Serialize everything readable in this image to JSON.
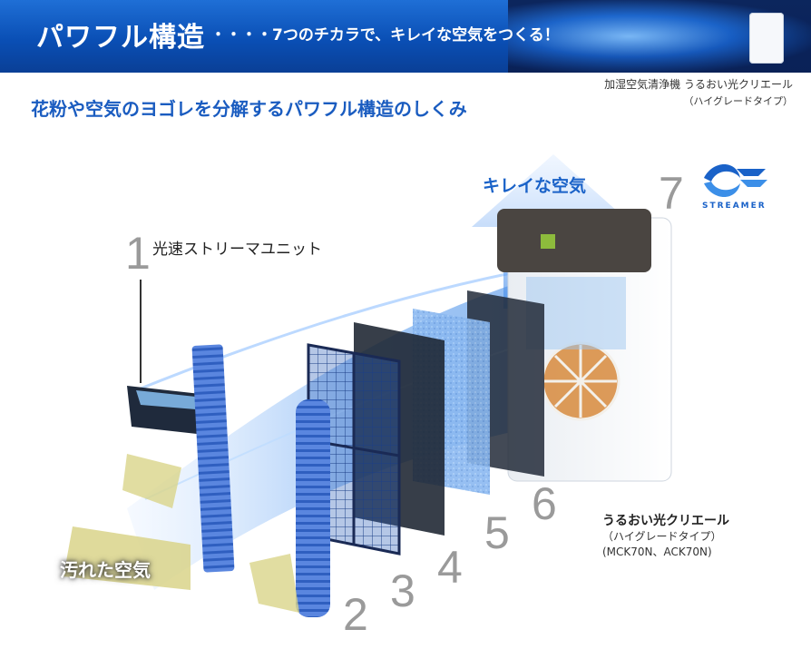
{
  "header": {
    "title": "パワフル構造",
    "subtitle": "・・・・7つのチカラで、キレイな空気をつくる！"
  },
  "product_top": {
    "name": "加湿空気清浄機 うるおい光クリエール",
    "grade": "（ハイグレードタイプ）"
  },
  "subheading": "花粉や空気のヨゴレを分解するパワフル構造のしくみ",
  "labels": {
    "streamer_unit": "光速ストリーマユニット",
    "clean_air": "キレイな空気",
    "dirty_air": "汚れた空気",
    "streamer_logo": "STREAMER"
  },
  "numbers": [
    "1",
    "2",
    "3",
    "4",
    "5",
    "6",
    "7"
  ],
  "caption": {
    "name": "うるおい光クリエール",
    "grade": "（ハイグレードタイプ）",
    "models": "(MCK70N、ACK70N)"
  },
  "colors": {
    "header_blue": "#0a4fb5",
    "accent_blue": "#1a62c8",
    "filter_blue": "#5b8fe0",
    "arrow_yellow": "#d9d48a"
  }
}
